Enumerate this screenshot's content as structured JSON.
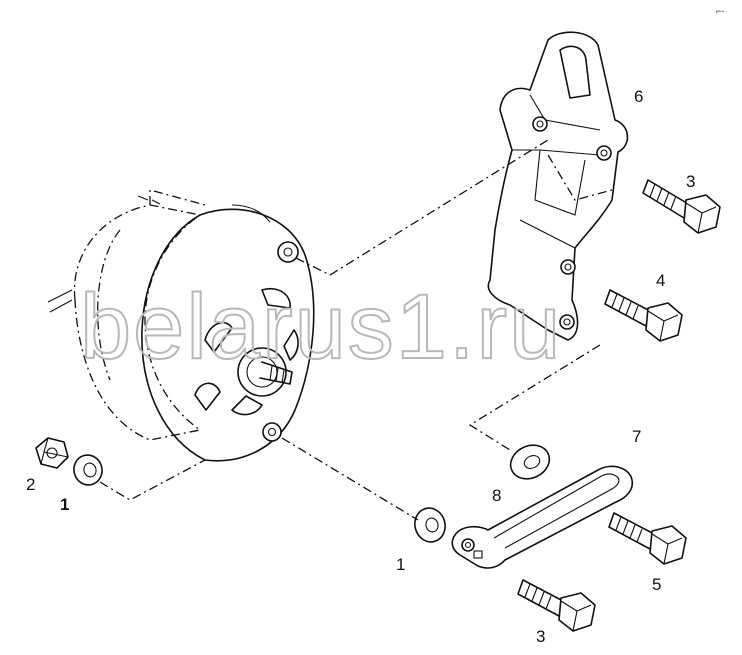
{
  "watermark": "belarus1.ru",
  "corner_mark": "⌐-",
  "callouts": {
    "bracket_upper": "6",
    "bolt_upper": "3",
    "bolt_middle": "4",
    "strap": "7",
    "washer_strap": "8",
    "bolt_strap": "5",
    "bolt_lower": "3",
    "washer_lower": "1",
    "nut_left": "2",
    "washer_left": "1"
  },
  "parts": [
    {
      "id": "alternator",
      "icon": "alternator-icon"
    },
    {
      "id": "mounting-bracket",
      "icon": "bracket-icon"
    },
    {
      "id": "adjusting-strap",
      "icon": "strap-icon"
    },
    {
      "id": "bolt",
      "icon": "bolt-icon"
    },
    {
      "id": "nut",
      "icon": "nut-icon"
    },
    {
      "id": "washer",
      "icon": "washer-icon"
    }
  ]
}
